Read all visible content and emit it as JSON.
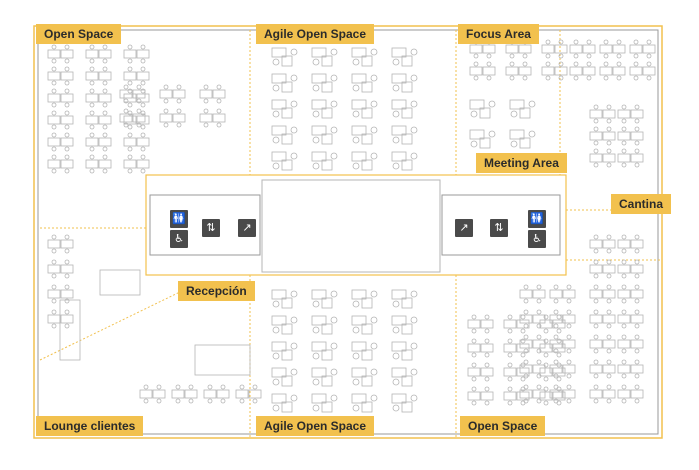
{
  "labels": {
    "open_space_tl": "Open Space",
    "agile_top": "Agile Open Space",
    "focus_area": "Focus Area",
    "meeting_area": "Meeting Area",
    "cantina": "Cantina",
    "recepcion": "Recepción",
    "lounge": "Lounge clientes",
    "agile_bottom": "Agile Open Space",
    "open_space_br": "Open Space"
  },
  "icons": {
    "restroom": "restroom-icon",
    "accessible": "wheelchair-icon",
    "elevator": "elevator-icon",
    "stairs": "stairs-icon"
  },
  "colors": {
    "accent": "#f2c14e",
    "walls": "#8c8c8c",
    "furniture": "#b5b5b5",
    "icon_bg": "#4a4a4a"
  }
}
